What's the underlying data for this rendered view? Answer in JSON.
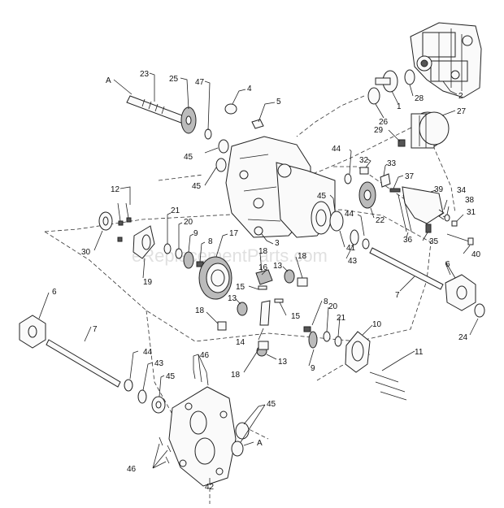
{
  "watermark": "eReplacementParts.com",
  "callouts": [
    {
      "id": "a-top",
      "text": "A"
    },
    {
      "id": "c23",
      "text": "23"
    },
    {
      "id": "c25",
      "text": "25"
    },
    {
      "id": "c47",
      "text": "47"
    },
    {
      "id": "c4",
      "text": "4"
    },
    {
      "id": "c5",
      "text": "5"
    },
    {
      "id": "c2",
      "text": "2"
    },
    {
      "id": "c28",
      "text": "28"
    },
    {
      "id": "c1",
      "text": "1"
    },
    {
      "id": "c26",
      "text": "26"
    },
    {
      "id": "c27",
      "text": "27"
    },
    {
      "id": "c29",
      "text": "29"
    },
    {
      "id": "c45a",
      "text": "45"
    },
    {
      "id": "c45b",
      "text": "45"
    },
    {
      "id": "c44a",
      "text": "44"
    },
    {
      "id": "c32",
      "text": "32"
    },
    {
      "id": "c33",
      "text": "33"
    },
    {
      "id": "c37",
      "text": "37"
    },
    {
      "id": "c12",
      "text": "12"
    },
    {
      "id": "c45c",
      "text": "45"
    },
    {
      "id": "c44b",
      "text": "44"
    },
    {
      "id": "c22",
      "text": "22"
    },
    {
      "id": "c39",
      "text": "39"
    },
    {
      "id": "c34",
      "text": "34"
    },
    {
      "id": "c38",
      "text": "38"
    },
    {
      "id": "c31",
      "text": "31"
    },
    {
      "id": "c21a",
      "text": "21"
    },
    {
      "id": "c20a",
      "text": "20"
    },
    {
      "id": "c9a",
      "text": "9"
    },
    {
      "id": "c8a",
      "text": "8"
    },
    {
      "id": "c17",
      "text": "17"
    },
    {
      "id": "c3",
      "text": "3"
    },
    {
      "id": "c36",
      "text": "36"
    },
    {
      "id": "c35",
      "text": "35"
    },
    {
      "id": "c40",
      "text": "40"
    },
    {
      "id": "c30",
      "text": "30"
    },
    {
      "id": "c41",
      "text": "41"
    },
    {
      "id": "c43a",
      "text": "43"
    },
    {
      "id": "c19",
      "text": "19"
    },
    {
      "id": "c18a",
      "text": "18"
    },
    {
      "id": "c18b",
      "text": "18"
    },
    {
      "id": "c16",
      "text": "16"
    },
    {
      "id": "c13a",
      "text": "13"
    },
    {
      "id": "c6a",
      "text": "6"
    },
    {
      "id": "c7a",
      "text": "7"
    },
    {
      "id": "c15a",
      "text": "15"
    },
    {
      "id": "c15b",
      "text": "15"
    },
    {
      "id": "c13b",
      "text": "13"
    },
    {
      "id": "c18c",
      "text": "18"
    },
    {
      "id": "c14",
      "text": "14"
    },
    {
      "id": "c8b",
      "text": "8"
    },
    {
      "id": "c20b",
      "text": "20"
    },
    {
      "id": "c21b",
      "text": "21"
    },
    {
      "id": "c10",
      "text": "10"
    },
    {
      "id": "c24",
      "text": "24"
    },
    {
      "id": "c6b",
      "text": "6"
    },
    {
      "id": "c7b",
      "text": "7"
    },
    {
      "id": "c9b",
      "text": "9"
    },
    {
      "id": "c13c",
      "text": "13"
    },
    {
      "id": "c18d",
      "text": "18"
    },
    {
      "id": "c11",
      "text": "11"
    },
    {
      "id": "c44c",
      "text": "44"
    },
    {
      "id": "c43b",
      "text": "43"
    },
    {
      "id": "c45d",
      "text": "45"
    },
    {
      "id": "c46a",
      "text": "46"
    },
    {
      "id": "c45e",
      "text": "45"
    },
    {
      "id": "a-bottom",
      "text": "A"
    },
    {
      "id": "c46b",
      "text": "46"
    },
    {
      "id": "c42",
      "text": "42"
    }
  ]
}
